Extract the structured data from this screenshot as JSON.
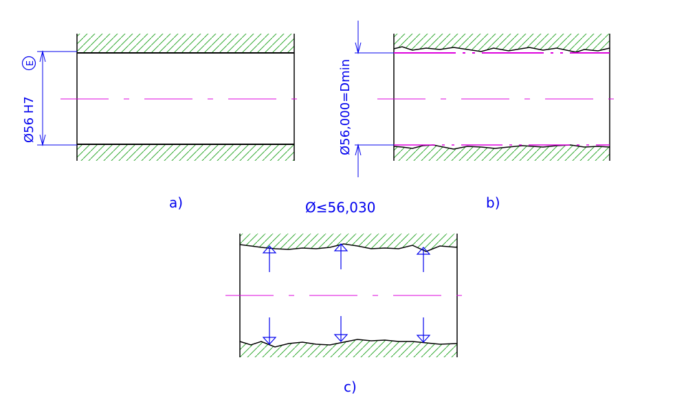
{
  "colors": {
    "outline": "#000000",
    "hatch": "#33aa33",
    "centerline": "#dd00dd",
    "dimension": "#0000ee",
    "background": "#ffffff"
  },
  "figure_a": {
    "caption": "a)",
    "dimension_text": "Ø56 H7",
    "envelope_symbol": "E"
  },
  "figure_b": {
    "caption": "b)",
    "dimension_text": "Ø56,000=Dmin"
  },
  "figure_c": {
    "caption": "c)",
    "dimension_text": "Ø≤56,030"
  }
}
